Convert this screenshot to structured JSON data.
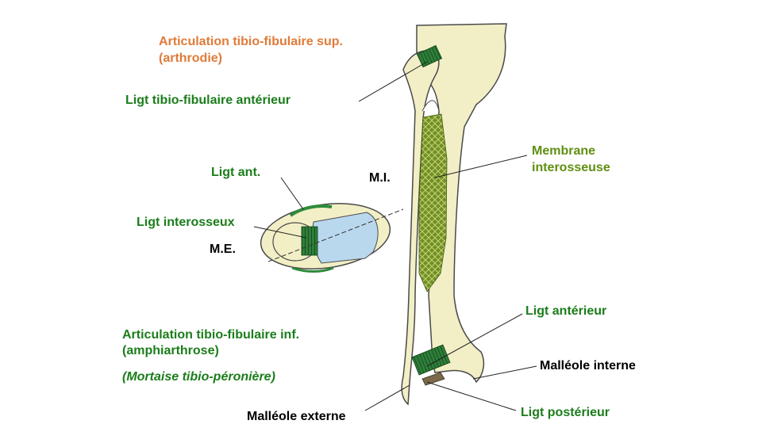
{
  "colors": {
    "bone": "#f2efc6",
    "bone_outline": "#4a4a4a",
    "membrane": "#6f8f2a",
    "ligament": "#2f7f3a",
    "section_fill": "#b9d8ee",
    "orange_text": "#e07b39",
    "green_text": "#1b7d1b",
    "olive_text": "#5f8f10"
  },
  "labels": {
    "art_sup_line1": "Articulation tibio-fibulaire  sup.",
    "art_sup_line2": "(arthrodie)",
    "ligt_tf_ant": "Ligt tibio-fibulaire antérieur",
    "membrane_line1": "Membrane",
    "membrane_line2": "interosseuse",
    "ligt_ant_section": "Ligt ant.",
    "mi": "M.I.",
    "ligt_interosseux": "Ligt interosseux",
    "me": "M.E.",
    "ligt_anterieur": "Ligt antérieur",
    "art_inf_line1": "Articulation tibio-fibulaire inf.",
    "art_inf_line2": "(amphiarthrose)",
    "mortaise": "(Mortaise tibio-péronière)",
    "malleole_interne": "Malléole interne",
    "malleole_externe": "Malléole externe",
    "ligt_posterieur": "Ligt postérieur"
  }
}
